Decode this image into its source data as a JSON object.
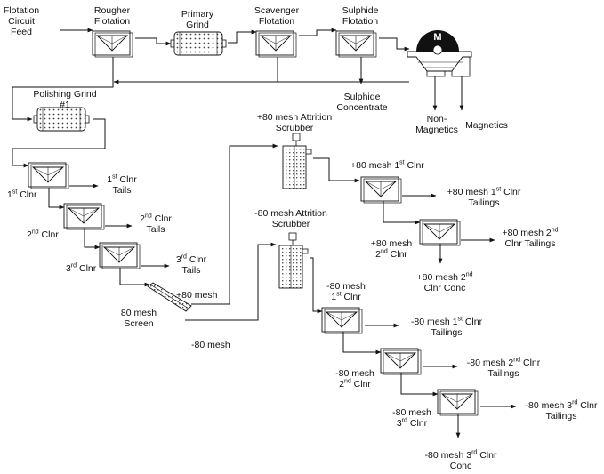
{
  "feed": {
    "l1": "Flotation",
    "l2": "Circuit",
    "l3": "Feed"
  },
  "rougher": {
    "l1": "Rougher",
    "l2": "Flotation"
  },
  "primary_grind": {
    "l1": "Primary",
    "l2": "Grind"
  },
  "scavenger": {
    "l1": "Scavenger",
    "l2": "Flotation"
  },
  "sulphide_flot": {
    "l1": "Sulphide",
    "l2": "Flotation"
  },
  "magnet_symbol": "M",
  "sulphide_conc": {
    "l1": "Sulphide",
    "l2": "Concentrate"
  },
  "non_magnetics": {
    "l1": "Non-",
    "l2": "Magnetics"
  },
  "magnetics": "Magnetics",
  "polishing_grind": {
    "l1": "Polishing Grind",
    "l2": "#1"
  },
  "c1": {
    "name": "1st Clnr",
    "tails_l1": "1st Clnr",
    "tails_l2": "Tails"
  },
  "c2": {
    "name": "2nd Clnr",
    "tails_l1": "2nd Clnr",
    "tails_l2": "Tails"
  },
  "c3": {
    "name": "3rd Clnr",
    "tails_l1": "3rd Clnr",
    "tails_l2": "Tails"
  },
  "screen": {
    "l1": "80 mesh",
    "l2": "Screen",
    "plus": "+80 mesh",
    "minus": "-80 mesh"
  },
  "plus_scrubber": {
    "l1": "+80 mesh Attrition",
    "l2": "Scrubber"
  },
  "minus_scrubber": {
    "l1": "-80 mesh Attrition",
    "l2": "Scrubber"
  },
  "p1": {
    "name": "+80 mesh 1st Clnr",
    "tails_l1": "+80 mesh 1st Clnr",
    "tails_l2": "Tailings"
  },
  "p2": {
    "name_l1": "+80 mesh",
    "name_l2": "2nd Clnr",
    "tails_l1": "+80 mesh 2nd",
    "tails_l2": "Clnr Tailings",
    "conc_l1": "+80 mesh 2nd",
    "conc_l2": "Clnr Conc"
  },
  "m1": {
    "name_l1": "-80 mesh",
    "name_l2": "1st Clnr",
    "tails_l1": "-80 mesh 1st Clnr",
    "tails_l2": "Tailings"
  },
  "m2": {
    "name_l1": "-80 mesh",
    "name_l2": "2nd Clnr",
    "tails_l1": "-80 mesh 2nd Clnr",
    "tails_l2": "Tailings"
  },
  "m3": {
    "name_l1": "-80 mesh",
    "name_l2": "3rd Clnr",
    "tails_l1": "-80 mesh 3rd Clnr",
    "tails_l2": "Tailings",
    "conc_l1": "-80 mesh 3rd Clnr",
    "conc_l2": "Conc"
  }
}
